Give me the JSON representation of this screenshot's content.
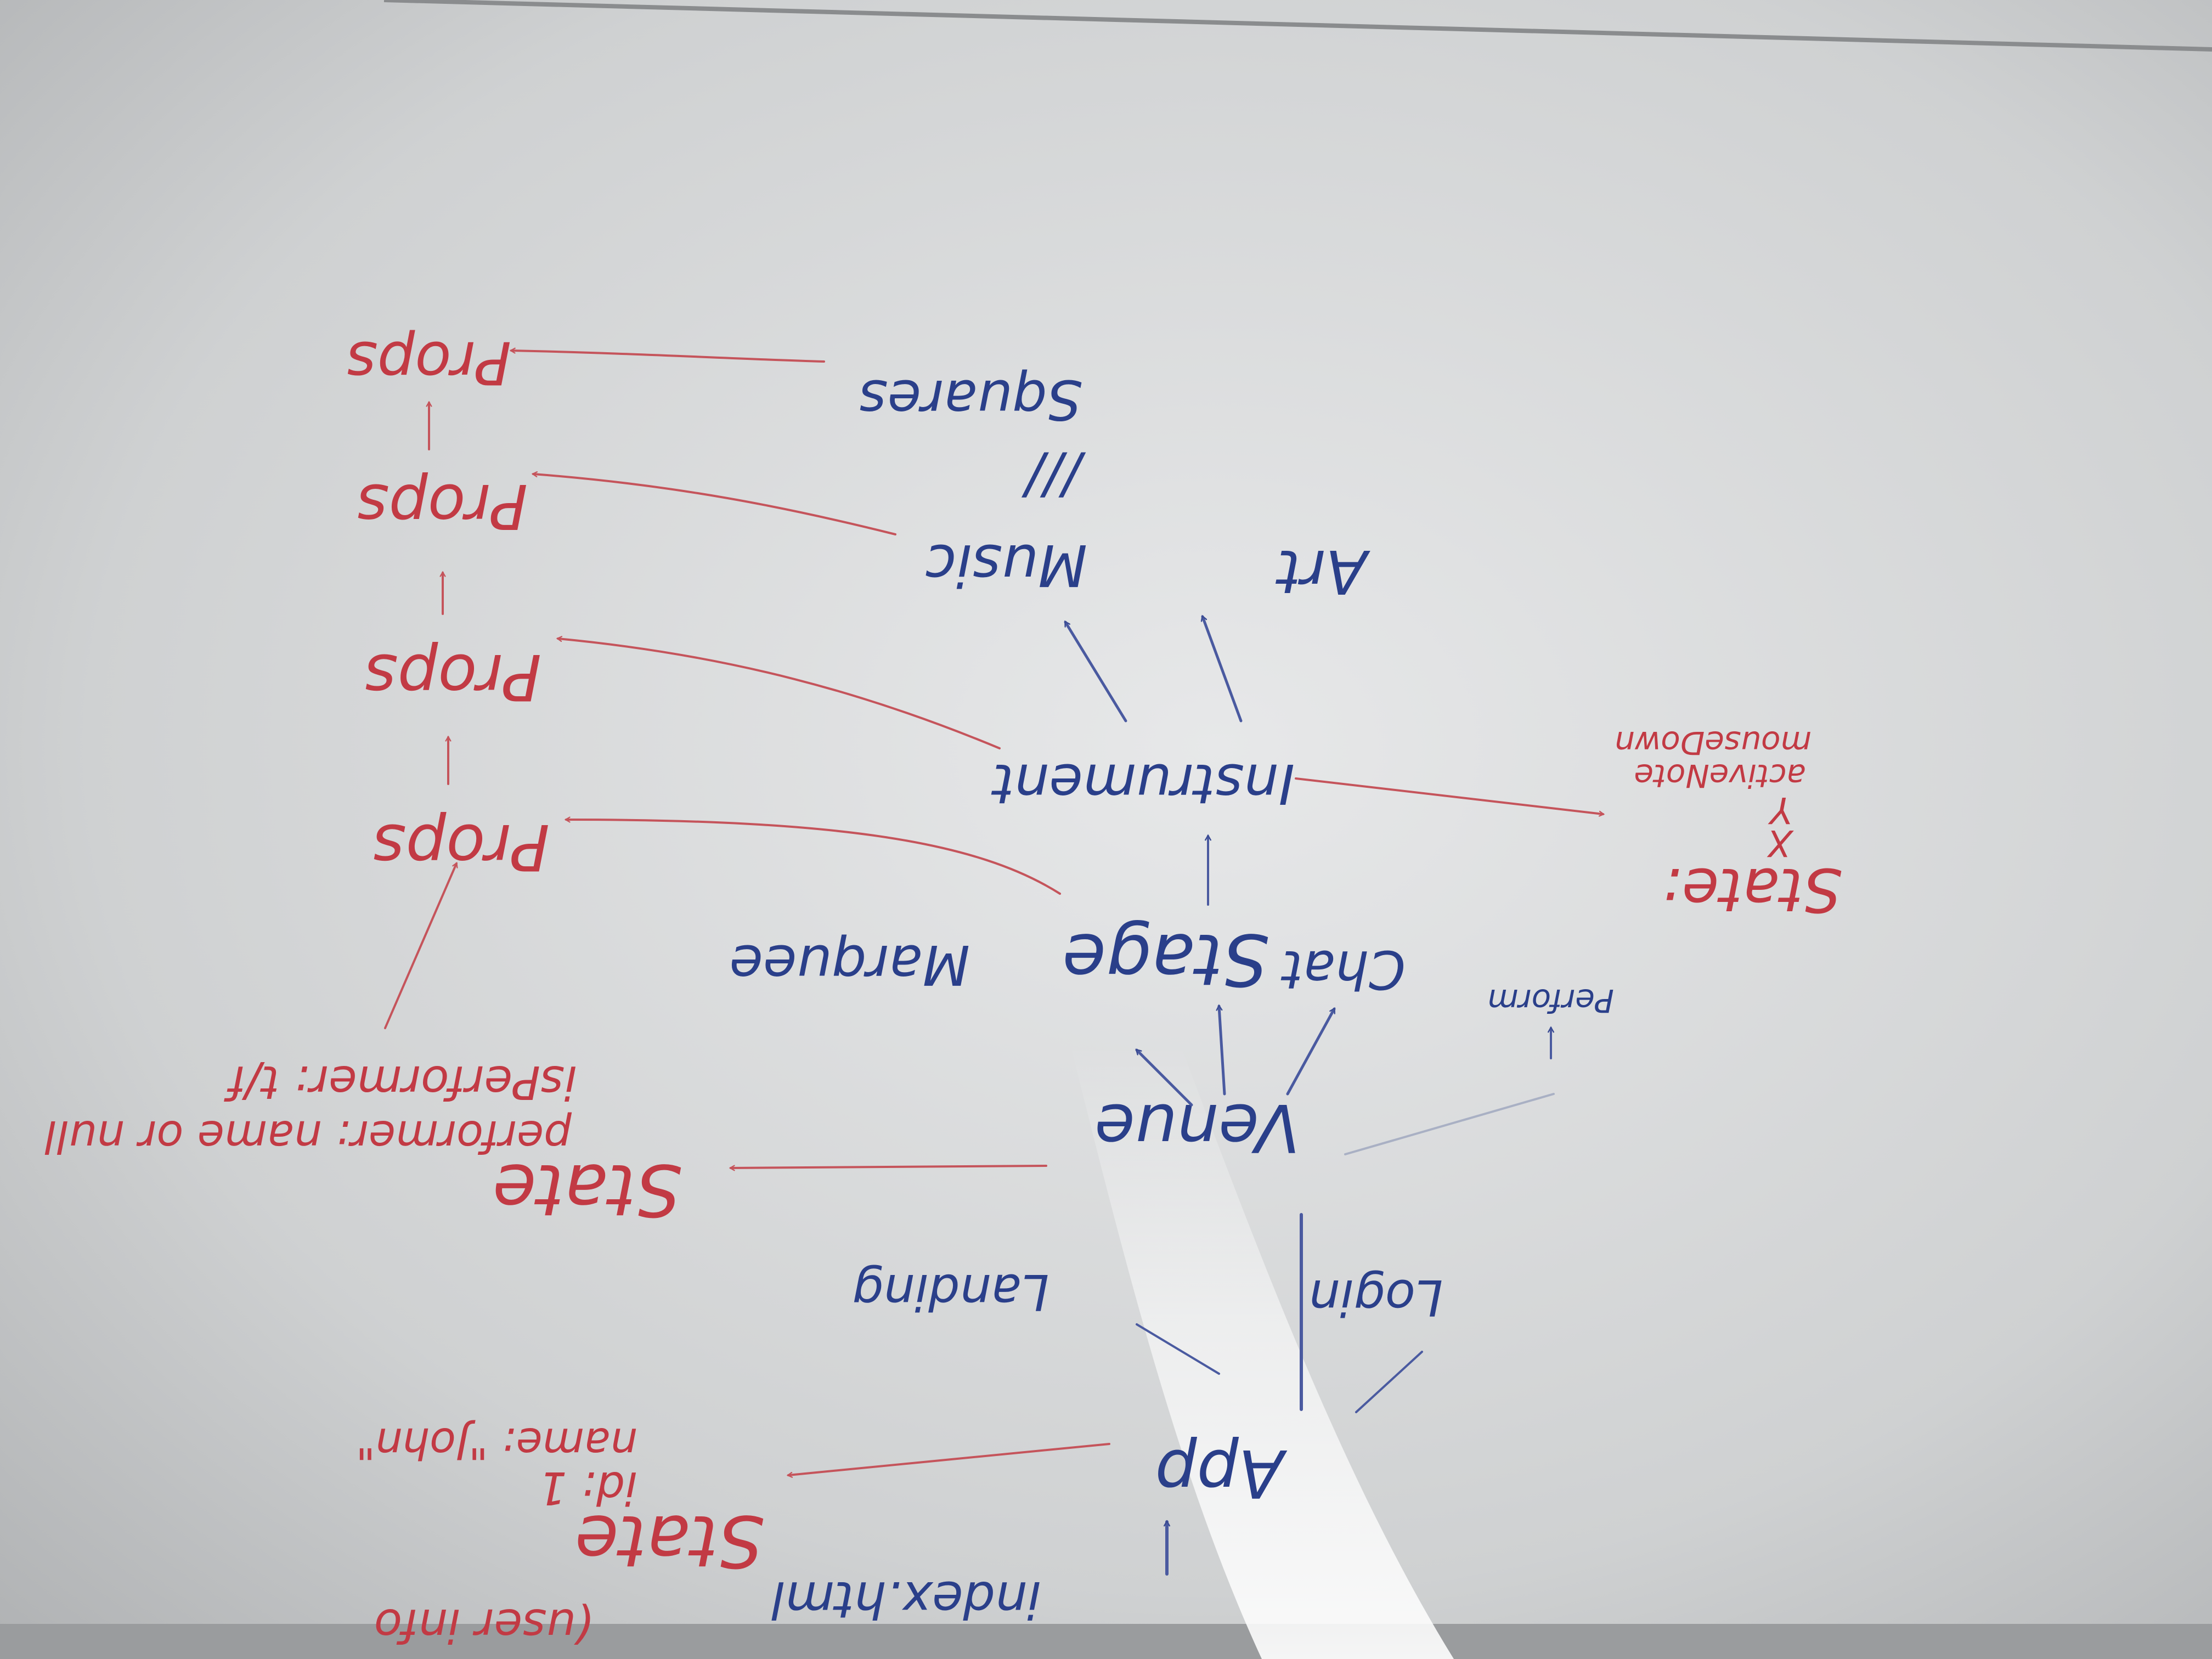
{
  "whiteboard": {
    "orientation": "rotated-180",
    "colors": {
      "board_light": "#e7e8e9",
      "board_mid": "#cfd1d2",
      "board_dark": "#a7a9ab",
      "marker_blue": "#2a3f8a",
      "marker_red": "#c23a44"
    },
    "component_nodes": {
      "index_html": "index.html",
      "app": "App",
      "landing": "Landing",
      "login": "Login",
      "venue": "Venue",
      "marquee": "Marquee",
      "stage": "Stage",
      "chat": "Chat",
      "perform": "Perform",
      "instrument": "Instrument",
      "music": "Music",
      "art": "Art",
      "squares": "Squares",
      "squares_marks": "///"
    },
    "state_notes": {
      "app_state": {
        "heading": "State",
        "lines": [
          "id: 1",
          "name: \"John\""
        ],
        "aside": "(user info"
      },
      "venue_state": {
        "heading": "State",
        "lines": [
          "performer: name or null",
          "isPerformer: t/f"
        ]
      },
      "instrument_state": {
        "heading": "State:",
        "lines": [
          "X",
          "Y",
          "activeNote",
          "mouseDown"
        ]
      }
    },
    "props_chain": [
      "Props",
      "Props",
      "Props",
      "Props"
    ]
  }
}
